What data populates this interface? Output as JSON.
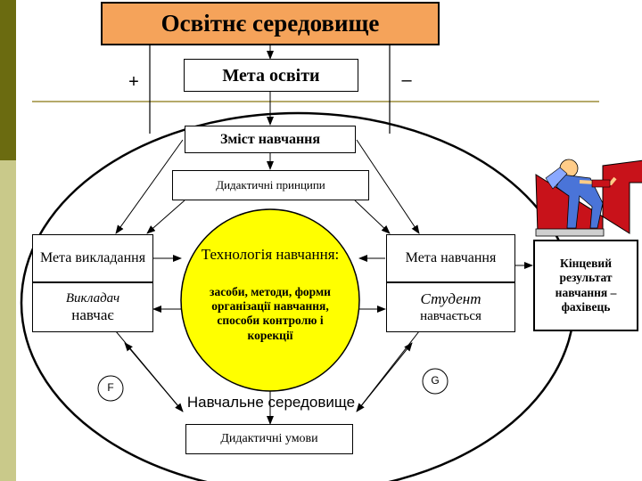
{
  "title": "Освітнє середовище",
  "plus_sign": "+",
  "minus_sign": "–",
  "goal_education": "Мета освіти",
  "content": "Зміст навчання",
  "principles": "Дидактичні принципи",
  "teaching_goal": "Мета викладання",
  "teacher": "Викладач",
  "teaches": "навчає",
  "technology_title": "Технологія навчання:",
  "technology_body": "засоби, методи, форми організації навчання, способи контролю і корекції",
  "learning_goal": "Мета навчання",
  "student": "Студент",
  "learns": "навчається",
  "point_f": "F",
  "point_g": "G",
  "learning_environment": "Навчальне середовище",
  "conditions": "Дидактичні умови",
  "final_result": "Кінцевий результат навчання – фахівець",
  "colors": {
    "stripe_dark": "#6b6b10",
    "stripe_light": "#c9c98a",
    "title_fill": "#f5a35a",
    "center_fill": "#ffff00",
    "hline": "#b5a96a"
  },
  "clipart": "person-pushing-arrow-icon"
}
